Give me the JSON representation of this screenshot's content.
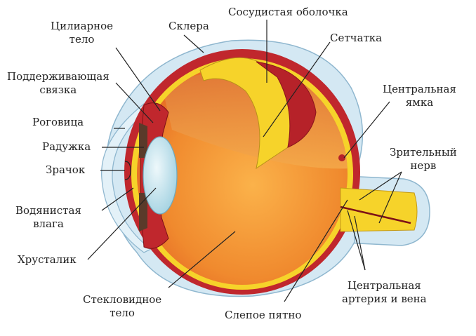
{
  "labels": {
    "ciliary_body": "Цилиарное\nтело",
    "sclera": "Склера",
    "choroid": "Сосудистая оболочка",
    "retina": "Сетчатка",
    "zonule": "Поддерживающая\nсвязка",
    "fovea": "Центральная\nямка",
    "cornea": "Роговица",
    "iris": "Радужка",
    "optic_nerve": "Зрительный\nнерв",
    "pupil": "Зрачок",
    "aqueous": "Водянистая\nвлага",
    "lens": "Хрусталик",
    "vitreous": "Стекловидное\nтело",
    "blind_spot": "Слепое пятно",
    "artery_vein": "Центральная\nартерия и вена"
  },
  "colors": {
    "sclera_outer": "#d4e8f3",
    "sclera_edge": "#8fb7cf",
    "choroid": "#c0272d",
    "retina": "#f6d32a",
    "vitreous_light": "#fbb24a",
    "vitreous_dark": "#e0561f",
    "lens": "#bfe3ee",
    "leader_line": "#222222"
  }
}
